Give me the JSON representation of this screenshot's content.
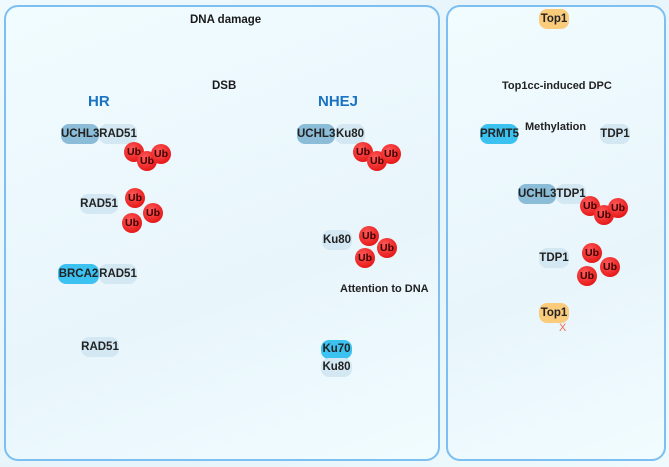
{
  "colors": {
    "dna": "#1a73c2",
    "arrow": "#111111",
    "panel_border": "#7dbff0",
    "ub": "#e81c1c",
    "lightning": "#ee2222",
    "lesion": "#ee1111",
    "title": "#1a73c2",
    "pill_light": "#d3e8f3",
    "pill_mid": "#8bbcd8",
    "pill_cyan": "#3cc2f0",
    "pill_orange": "#fbcb7c"
  },
  "left_panel": {
    "header": {
      "damage_label": "DNA damage",
      "break_label": "DSB"
    },
    "hr": {
      "title": "HR",
      "step1": {
        "uchl3": "UCHL3",
        "rad51": "RAD51",
        "ub": [
          "Ub",
          "Ub",
          "Ub"
        ]
      },
      "step2": {
        "rad51": "RAD51",
        "ub": [
          "Ub",
          "Ub",
          "Ub"
        ]
      },
      "step3": {
        "brca2": "BRCA2",
        "rad51": "RAD51"
      },
      "step4": {
        "rad51": "RAD51"
      }
    },
    "nhej": {
      "title": "NHEJ",
      "step1": {
        "uchl3": "UCHL3",
        "ku80": "Ku80",
        "ub": [
          "Ub",
          "Ub",
          "Ub"
        ]
      },
      "step2": {
        "ku80": "Ku80",
        "ub": [
          "Ub",
          "Ub",
          "Ub"
        ]
      },
      "arrow_label": "Attention to DNA",
      "step3": {
        "ku70": "Ku70",
        "ku80": "Ku80"
      }
    }
  },
  "right_panel": {
    "top1": "Top1",
    "dpc_label": "Top1cc-induced DPC",
    "prmt5": "PRMT5",
    "methylation_label": "Methylation",
    "tdp1_methylated": "TDP1",
    "uchl3": "UCHL3",
    "tdp1_complex": "TDP1",
    "ub_complex": [
      "Ub",
      "Ub",
      "Ub"
    ],
    "tdp1_free": "TDP1",
    "ub_free": [
      "Ub",
      "Ub",
      "Ub"
    ],
    "top1_bottom": "Top1",
    "cross_mark": "X"
  }
}
